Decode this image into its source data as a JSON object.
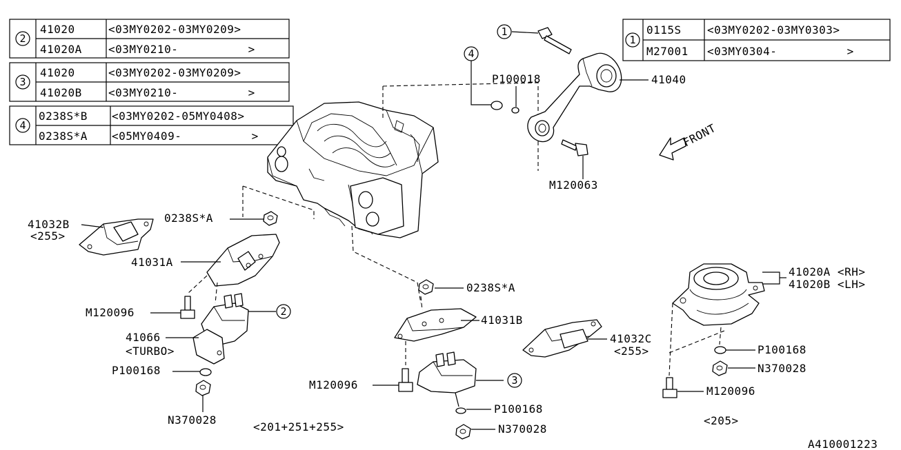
{
  "tables": [
    {
      "ref": "2",
      "rows": [
        {
          "part": "41020",
          "range": "<03MY0202-03MY0209>"
        },
        {
          "part": "41020A",
          "range": "<03MY0210-          >"
        }
      ]
    },
    {
      "ref": "3",
      "rows": [
        {
          "part": "41020",
          "range": "<03MY0202-03MY0209>"
        },
        {
          "part": "41020B",
          "range": "<03MY0210-          >"
        }
      ]
    },
    {
      "ref": "4",
      "rows": [
        {
          "part": "0238S*B",
          "range": "<03MY0202-05MY0408>"
        },
        {
          "part": "0238S*A",
          "range": "<05MY0409-          >"
        }
      ]
    },
    {
      "ref": "1",
      "rows": [
        {
          "part": "0115S",
          "range": "<03MY0202-03MY0303>"
        },
        {
          "part": "M27001",
          "range": "<03MY0304-          >"
        }
      ]
    }
  ],
  "labels": {
    "rod_bolt_ref": "1",
    "washer_ref": "4",
    "pitching_washer": "P100018",
    "pitching_stopper": "41040",
    "pitching_bolt": "M120063",
    "front": "FRONT",
    "bracket_l_note_part": "41032B",
    "bracket_l_note_code": "<255>",
    "nut_top_left": "0238S*A",
    "bracket_lh": "41031A",
    "bolt_left": "M120096",
    "mount_left_ref": "2",
    "damper": "41066",
    "damper_note": "<TURBO>",
    "washer_left": "P100168",
    "nut_left": "N370028",
    "codes_left": "<201+251+255>",
    "nut_mid": "0238S*A",
    "bracket_rh": "41031B",
    "bolt_mid": "M120096",
    "mount_mid_ref": "3",
    "washer_mid": "P100168",
    "nut_mid_bottom": "N370028",
    "bracket_r_part": "41032C",
    "bracket_r_code": "<255>",
    "mount_rh": "41020A <RH>",
    "mount_lh": "41020B <LH>",
    "washer_right": "P100168",
    "nut_right": "N370028",
    "bolt_right": "M120096",
    "codes_right": "<205>",
    "diagram_id": "A410001223"
  }
}
